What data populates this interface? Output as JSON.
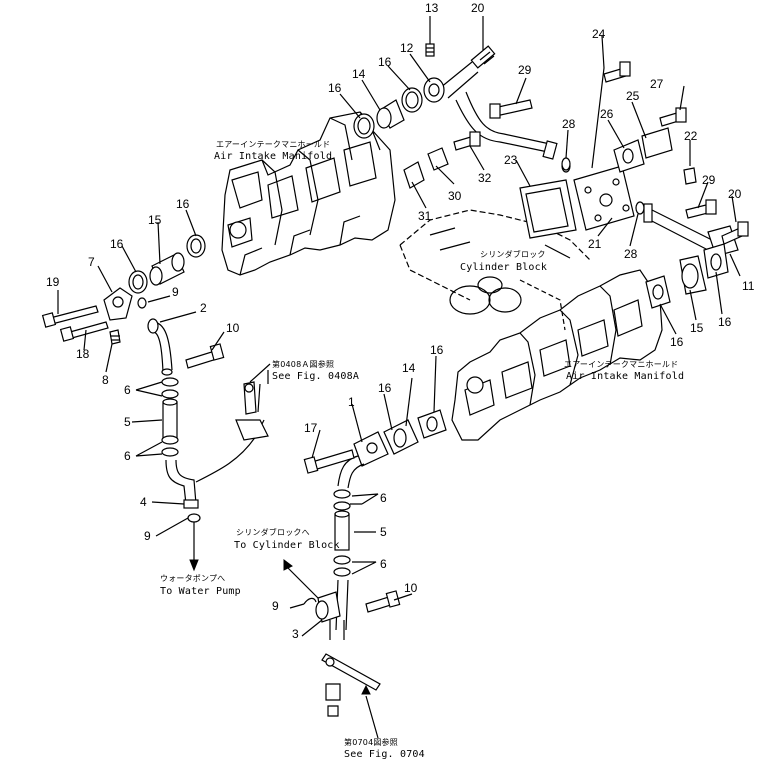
{
  "callouts": {
    "c1": "1",
    "c2": "2",
    "c3": "3",
    "c4": "4",
    "c5a": "5",
    "c5b": "5",
    "c6a": "6",
    "c6b": "6",
    "c6c": "6",
    "c6d": "6",
    "c7": "7",
    "c8": "8",
    "c9a": "9",
    "c9b": "9",
    "c9c": "9",
    "c10a": "10",
    "c10b": "10",
    "c11": "11",
    "c12": "12",
    "c13": "13",
    "c14a": "14",
    "c14b": "14",
    "c15a": "15",
    "c15b": "15",
    "c16a": "16",
    "c16b": "16",
    "c16c": "16",
    "c16d": "16",
    "c16e": "16",
    "c16f": "16",
    "c16g": "16",
    "c16h": "16",
    "c17": "17",
    "c18": "18",
    "c19": "19",
    "c20a": "20",
    "c20b": "20",
    "c21": "21",
    "c22": "22",
    "c23": "23",
    "c24": "24",
    "c25": "25",
    "c26": "26",
    "c27": "27",
    "c28a": "28",
    "c28b": "28",
    "c29a": "29",
    "c29b": "29",
    "c30": "30",
    "c31": "31",
    "c32": "32"
  },
  "labels": {
    "manifold_top_jp": "エアーインテークマニホールド",
    "manifold_top_en": "Air Intake Manifold",
    "manifold_right_jp": "エアーインテークマニホールド",
    "manifold_right_en": "Air Intake Manifold",
    "block_jp": "シリンダブロック",
    "block_en": "Cylinder Block",
    "fig0408_jp": "第0408Ａ図参照",
    "fig0408_en": "See Fig. 0408A",
    "to_block_jp": "シリンダブロックへ",
    "to_block_en": "To Cylinder Block",
    "to_pump_jp": "ウォータポンプへ",
    "to_pump_en": "To Water Pump",
    "fig0704_jp": "第0704図参照",
    "fig0704_en": "See Fig. 0704"
  }
}
